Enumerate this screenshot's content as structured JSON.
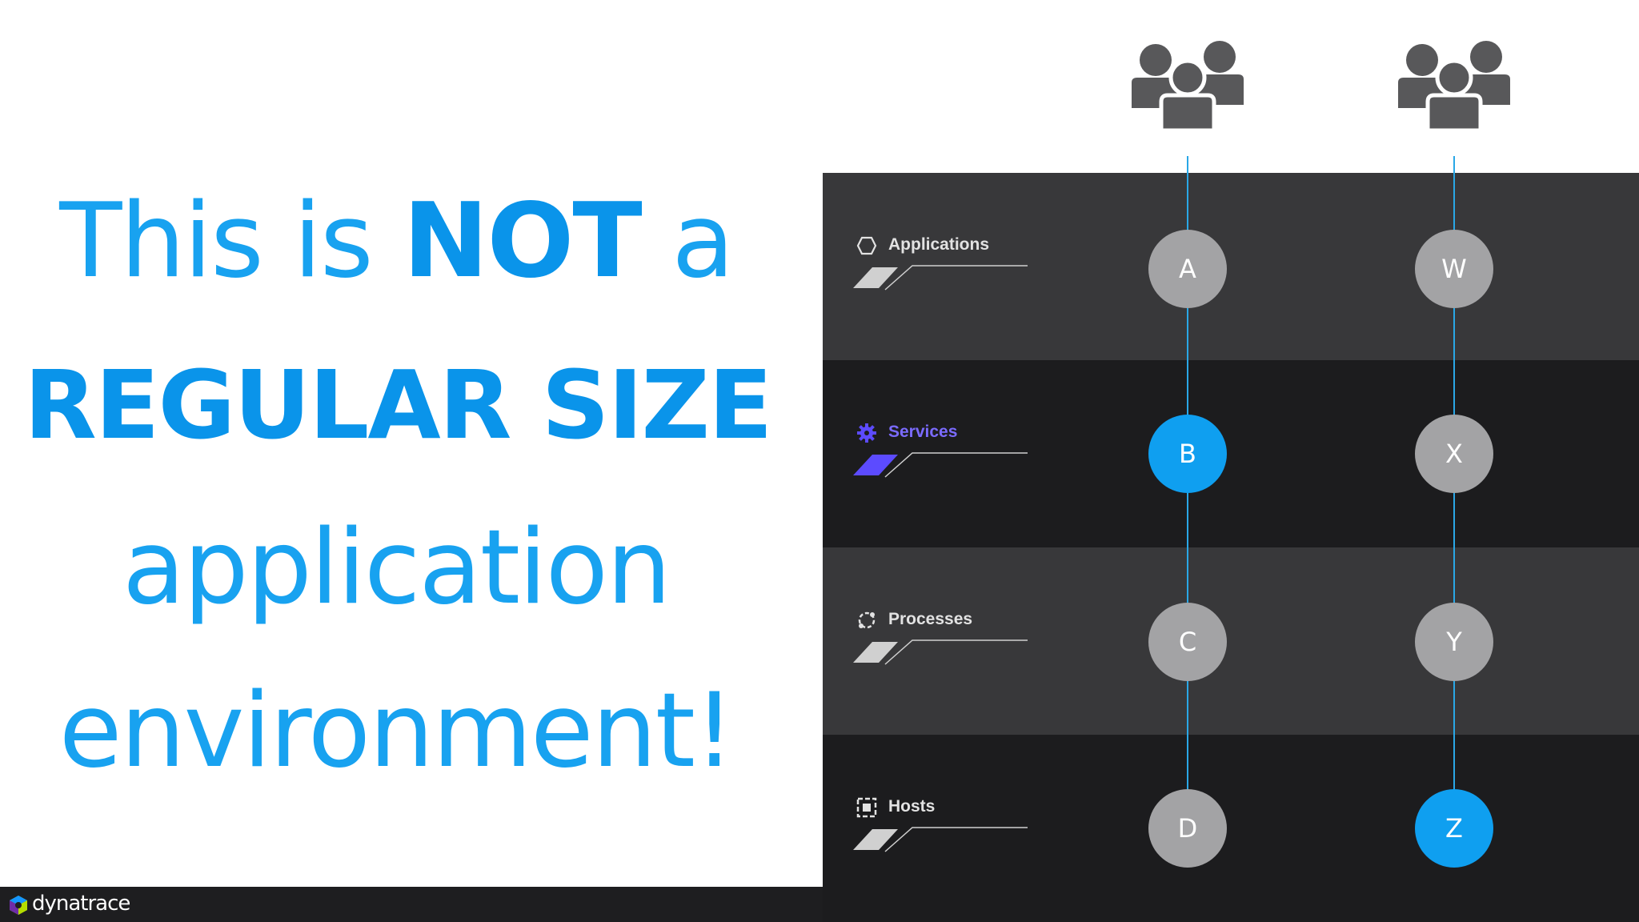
{
  "headline": {
    "line1_a": "This is ",
    "line1_b": "NOT",
    "line1_c": " a",
    "line2": "REGULAR SIZE",
    "line3": "application",
    "line4": "environment!"
  },
  "brand": {
    "name": "dynatrace"
  },
  "layers": [
    {
      "label": "Applications",
      "icon": "hexagon-outline-icon",
      "active": false
    },
    {
      "label": "Services",
      "icon": "gear-icon",
      "active": true
    },
    {
      "label": "Processes",
      "icon": "process-ring-icon",
      "active": false
    },
    {
      "label": "Hosts",
      "icon": "host-box-icon",
      "active": false
    }
  ],
  "columns": [
    {
      "user_icon": "user-group-icon",
      "nodes": [
        "A",
        "B",
        "C",
        "D"
      ],
      "highlight": "B"
    },
    {
      "user_icon": "user-group-icon",
      "nodes": [
        "W",
        "X",
        "Y",
        "Z"
      ],
      "highlight": "Z"
    }
  ],
  "colors": {
    "accent_blue": "#0f9ff0",
    "headline_blue": "#18a2f0",
    "services_purple": "#5c4bff",
    "node_gray": "#a3a3a5",
    "band_light": "#38383a",
    "band_dark": "#1c1c1e"
  }
}
